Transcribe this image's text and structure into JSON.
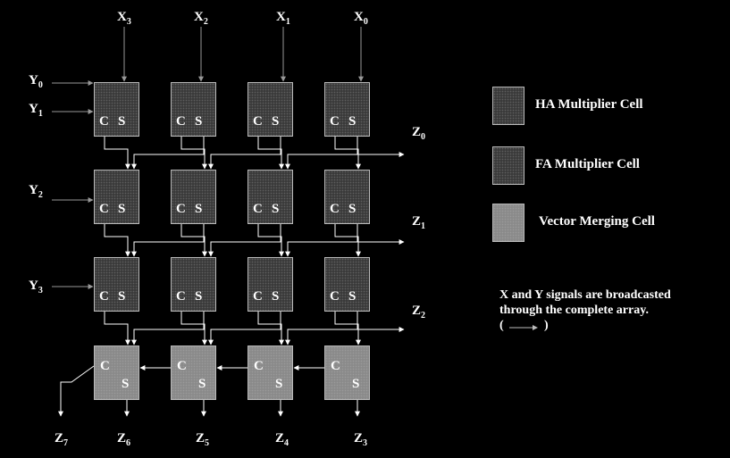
{
  "inputs": {
    "x": [
      {
        "main": "X",
        "sub": "3"
      },
      {
        "main": "X",
        "sub": "2"
      },
      {
        "main": "X",
        "sub": "1"
      },
      {
        "main": "X",
        "sub": "0"
      }
    ],
    "y": [
      {
        "main": "Y",
        "sub": "0"
      },
      {
        "main": "Y",
        "sub": "1"
      },
      {
        "main": "Y",
        "sub": "2"
      },
      {
        "main": "Y",
        "sub": "3"
      }
    ]
  },
  "outputs": {
    "z_right": [
      {
        "main": "Z",
        "sub": "0"
      },
      {
        "main": "Z",
        "sub": "1"
      },
      {
        "main": "Z",
        "sub": "2"
      }
    ],
    "z_bottom": [
      {
        "main": "Z",
        "sub": "7"
      },
      {
        "main": "Z",
        "sub": "6"
      },
      {
        "main": "Z",
        "sub": "5"
      },
      {
        "main": "Z",
        "sub": "4"
      },
      {
        "main": "Z",
        "sub": "3"
      }
    ]
  },
  "cell_text": {
    "carry": "C",
    "sum": "S"
  },
  "grid": {
    "rows": [
      [
        "ha",
        "ha",
        "ha",
        "ha"
      ],
      [
        "fa",
        "fa",
        "fa",
        "fa"
      ],
      [
        "fa",
        "fa",
        "fa",
        "fa"
      ],
      [
        "vm",
        "vm",
        "vm",
        "vm"
      ]
    ]
  },
  "legend": [
    {
      "type": "ha",
      "label": "HA Multiplier Cell"
    },
    {
      "type": "fa",
      "label": "FA Multiplier Cell"
    },
    {
      "type": "vm",
      "label": "Vector Merging Cell"
    }
  ],
  "note": {
    "line1": "X and Y signals are broadcasted",
    "line2": "through the complete array.",
    "open": "(",
    "close": ")"
  },
  "colors": {
    "background": "#000000",
    "multiplier_cell": "#3a3a3a",
    "merging_cell": "#8a8a8a",
    "broadcast_arrow": "#999999",
    "data_arrow": "#ffffff"
  }
}
